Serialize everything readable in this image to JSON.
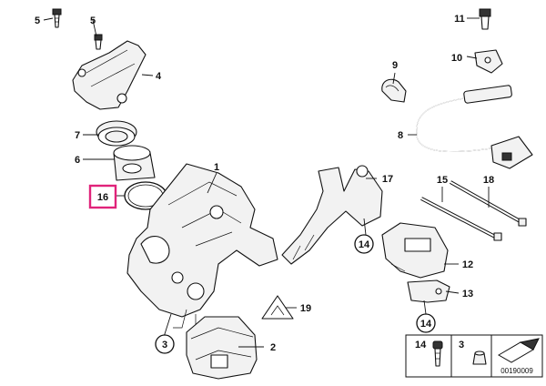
{
  "diagram": {
    "labels": {
      "p1": "1",
      "p2": "2",
      "p3": "3",
      "p4": "4",
      "p5": "5",
      "p6": "6",
      "p7": "7",
      "p8": "8",
      "p9": "9",
      "p10": "10",
      "p11": "11",
      "p12": "12",
      "p13": "13",
      "p14a": "14",
      "p14b": "14",
      "p15": "15",
      "p16": "16",
      "p17": "17",
      "p18": "18",
      "p19": "19"
    },
    "highlight_color": "#e0237a",
    "footer": {
      "item_a": "14",
      "item_b": "3",
      "code": "00190009"
    }
  }
}
